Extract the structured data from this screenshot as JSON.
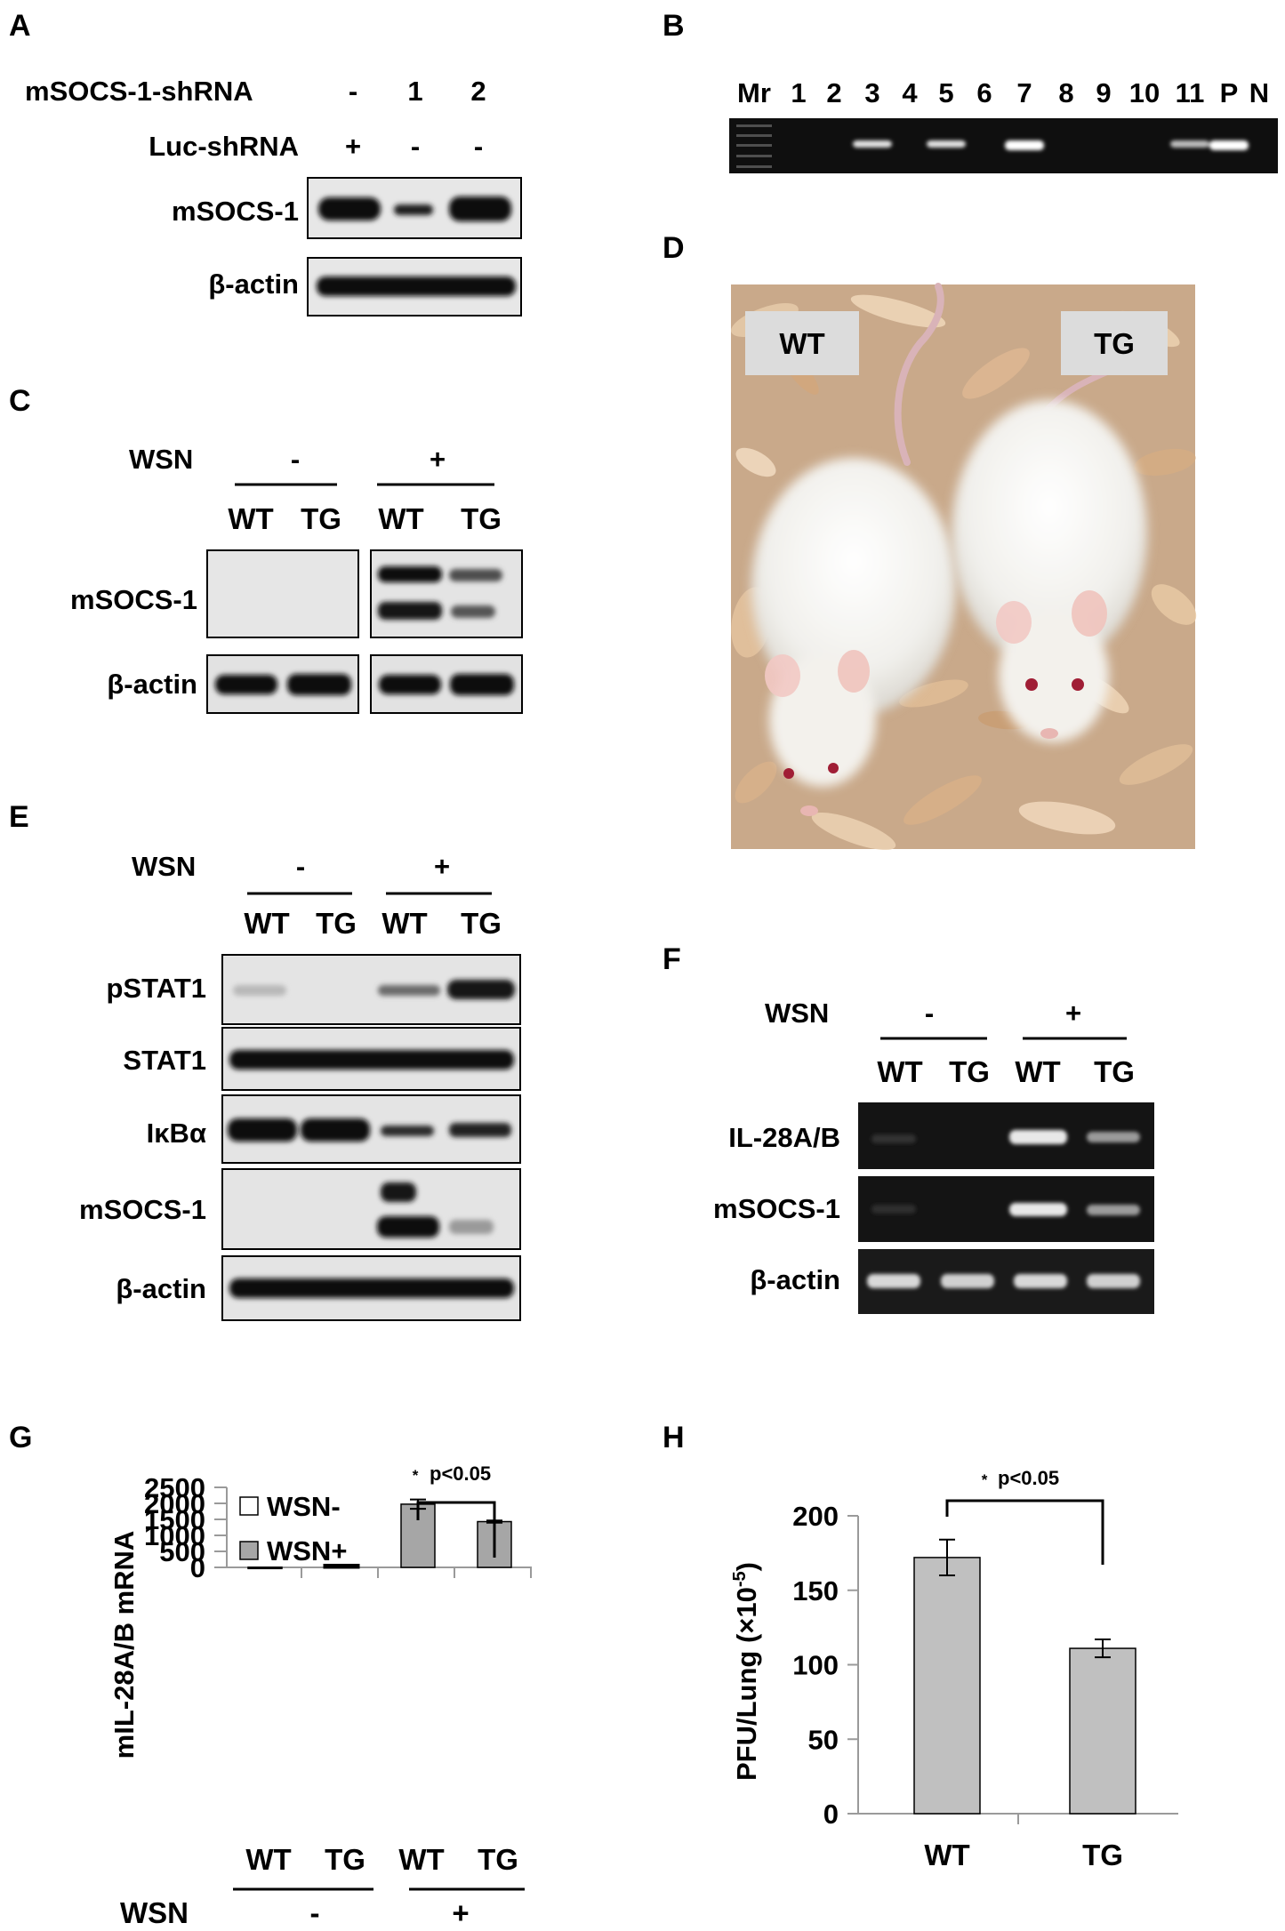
{
  "panel_letters": {
    "A": "A",
    "B": "B",
    "C": "C",
    "D": "D",
    "E": "E",
    "F": "F",
    "G": "G",
    "H": "H"
  },
  "panel_a": {
    "row_labels": [
      "mSOCS-1-shRNA",
      "Luc-shRNA"
    ],
    "mscs_row": [
      "-",
      "1",
      "2"
    ],
    "luc_row": [
      "+",
      "-",
      "-"
    ],
    "blot_labels": [
      "mSOCS-1",
      "β-actin"
    ]
  },
  "panel_b": {
    "lane_labels": [
      "Mr",
      "1",
      "2",
      "3",
      "4",
      "5",
      "6",
      "7",
      "8",
      "9",
      "10",
      "11",
      "P",
      "N"
    ],
    "positive_lanes": [
      "3",
      "5",
      "7",
      "11",
      "P"
    ]
  },
  "panel_c": {
    "treatment_label": "WSN",
    "groups": [
      "-",
      "+"
    ],
    "lanes": [
      "WT",
      "TG",
      "WT",
      "TG"
    ],
    "blot_labels": [
      "mSOCS-1",
      "β-actin"
    ]
  },
  "panel_d": {
    "labels": [
      "WT",
      "TG"
    ]
  },
  "panel_e": {
    "treatment_label": "WSN",
    "groups": [
      "-",
      "+"
    ],
    "lanes": [
      "WT",
      "TG",
      "WT",
      "TG"
    ],
    "blot_labels": [
      "pSTAT1",
      "STAT1",
      "IκBα",
      "mSOCS-1",
      "β-actin"
    ]
  },
  "panel_f": {
    "treatment_label": "WSN",
    "groups": [
      "-",
      "+"
    ],
    "lanes": [
      "WT",
      "TG",
      "WT",
      "TG"
    ],
    "gel_labels": [
      "IL-28A/B",
      "mSOCS-1",
      "β-actin"
    ]
  },
  "chart_data": [
    {
      "panel": "G",
      "type": "bar",
      "ylabel": "mIL-28A/B mRNA",
      "ylim": [
        0,
        2500
      ],
      "yticks": [
        0,
        500,
        1000,
        1500,
        2000,
        2500
      ],
      "categories": [
        "WT",
        "TG",
        "WT",
        "TG"
      ],
      "group_axis_label": "WSN",
      "groups": [
        {
          "label": "-",
          "categories": [
            "WT",
            "TG"
          ]
        },
        {
          "label": "+",
          "categories": [
            "WT",
            "TG"
          ]
        }
      ],
      "series": [
        {
          "name": "WSN-",
          "color": "#ffffff",
          "values": [
            5,
            70,
            null,
            null
          ]
        },
        {
          "name": "WSN+",
          "color": "#a6a6a6",
          "values": [
            null,
            null,
            1975,
            1430
          ]
        }
      ],
      "errors": [
        0,
        0,
        145,
        35
      ],
      "legend": "top-left",
      "annotation": {
        "star": "*",
        "text": "p<0.05",
        "between": [
          2,
          3
        ]
      }
    },
    {
      "panel": "H",
      "type": "bar",
      "ylabel": "PFU/Lung (×10",
      "ylabel_sup": "-5",
      "ylabel_end": ")",
      "ylim": [
        0,
        200
      ],
      "yticks": [
        0,
        50,
        100,
        150,
        200
      ],
      "categories": [
        "WT",
        "TG"
      ],
      "series": [
        {
          "color": "#c0c0c0",
          "values": [
            172,
            111
          ]
        }
      ],
      "errors": [
        12,
        6
      ],
      "annotation": {
        "star": "*",
        "text": "p<0.05",
        "between": [
          0,
          1
        ]
      }
    }
  ]
}
